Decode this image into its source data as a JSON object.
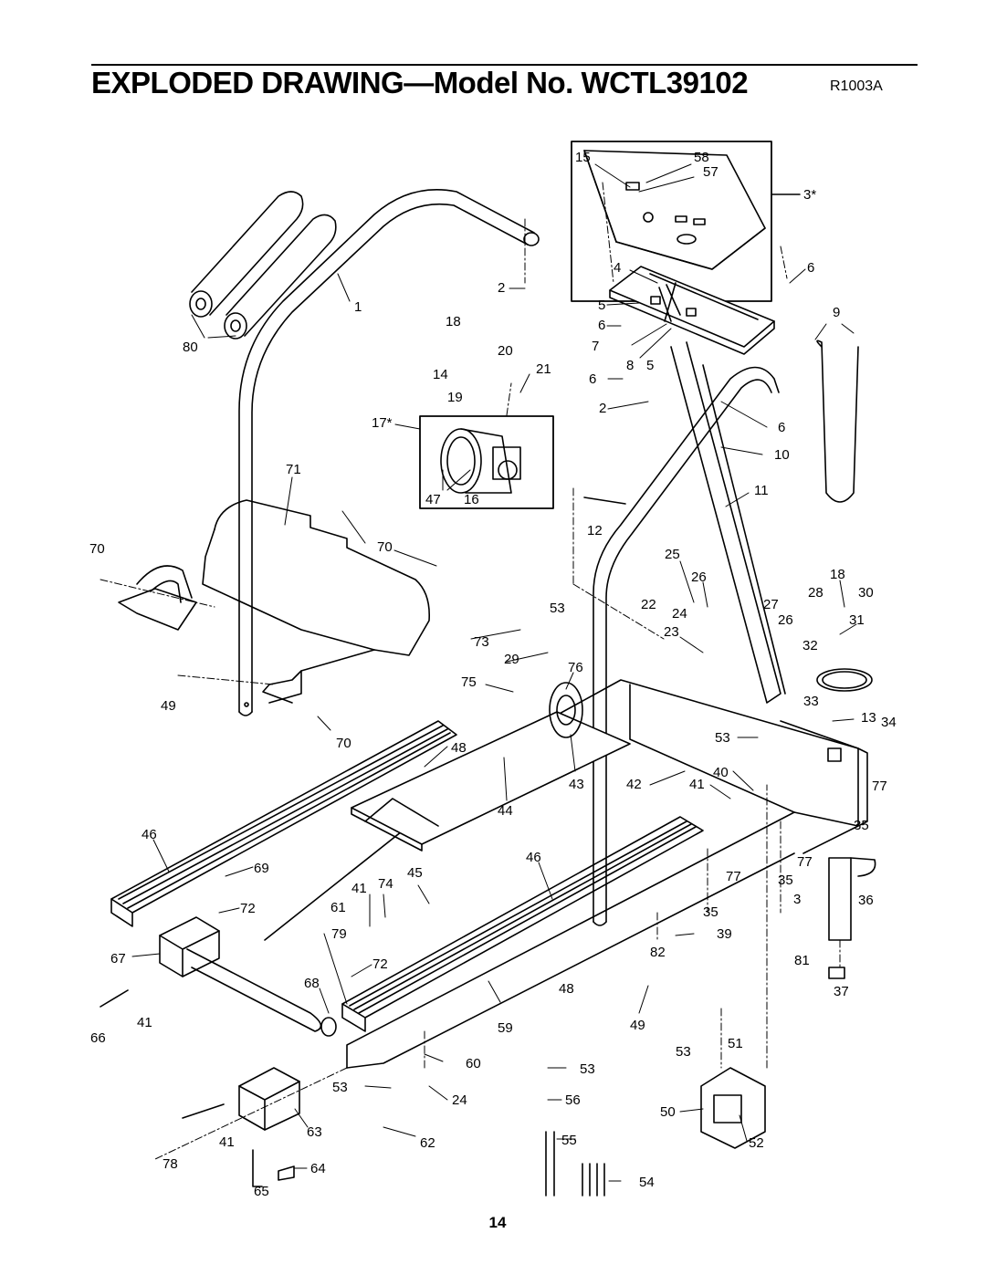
{
  "header": {
    "title": "EXPLODED DRAWING—Model No. WCTL39102",
    "code": "R1003A"
  },
  "footer": {
    "page_number": "14"
  },
  "labels": [
    {
      "id": "p15",
      "text": "15"
    },
    {
      "id": "p58",
      "text": "58"
    },
    {
      "id": "p57",
      "text": "57"
    },
    {
      "id": "p3s",
      "text": "3*"
    },
    {
      "id": "p4",
      "text": "4"
    },
    {
      "id": "p6a",
      "text": "6"
    },
    {
      "id": "p2a",
      "text": "2"
    },
    {
      "id": "p1",
      "text": "1"
    },
    {
      "id": "p5a",
      "text": "5"
    },
    {
      "id": "p9",
      "text": "9"
    },
    {
      "id": "p18a",
      "text": "18"
    },
    {
      "id": "p6b",
      "text": "6"
    },
    {
      "id": "p80",
      "text": "80"
    },
    {
      "id": "p20",
      "text": "20"
    },
    {
      "id": "p7",
      "text": "7"
    },
    {
      "id": "p8",
      "text": "8"
    },
    {
      "id": "p5b",
      "text": "5"
    },
    {
      "id": "p14",
      "text": "14"
    },
    {
      "id": "p21",
      "text": "21"
    },
    {
      "id": "p6c",
      "text": "6"
    },
    {
      "id": "p19",
      "text": "19"
    },
    {
      "id": "p2b",
      "text": "2"
    },
    {
      "id": "p17s",
      "text": "17*"
    },
    {
      "id": "p6d",
      "text": "6"
    },
    {
      "id": "p10",
      "text": "10"
    },
    {
      "id": "p71",
      "text": "71"
    },
    {
      "id": "p11",
      "text": "11"
    },
    {
      "id": "p47",
      "text": "47"
    },
    {
      "id": "p16",
      "text": "16"
    },
    {
      "id": "p12",
      "text": "12"
    },
    {
      "id": "p70a",
      "text": "70"
    },
    {
      "id": "p70b",
      "text": "70"
    },
    {
      "id": "p25",
      "text": "25"
    },
    {
      "id": "p26a",
      "text": "26"
    },
    {
      "id": "p18b",
      "text": "18"
    },
    {
      "id": "p30",
      "text": "30"
    },
    {
      "id": "p53a",
      "text": "53"
    },
    {
      "id": "p22",
      "text": "22"
    },
    {
      "id": "p27",
      "text": "27"
    },
    {
      "id": "p28",
      "text": "28"
    },
    {
      "id": "p24a",
      "text": "24"
    },
    {
      "id": "p26b",
      "text": "26"
    },
    {
      "id": "p31",
      "text": "31"
    },
    {
      "id": "p73",
      "text": "73"
    },
    {
      "id": "p23",
      "text": "23"
    },
    {
      "id": "p32",
      "text": "32"
    },
    {
      "id": "p29",
      "text": "29"
    },
    {
      "id": "p76",
      "text": "76"
    },
    {
      "id": "p75",
      "text": "75"
    },
    {
      "id": "p49a",
      "text": "49"
    },
    {
      "id": "p33",
      "text": "33"
    },
    {
      "id": "p13",
      "text": "13"
    },
    {
      "id": "p34",
      "text": "34"
    },
    {
      "id": "p53b",
      "text": "53"
    },
    {
      "id": "p70c",
      "text": "70"
    },
    {
      "id": "p48a",
      "text": "48"
    },
    {
      "id": "p40",
      "text": "40"
    },
    {
      "id": "p43",
      "text": "43"
    },
    {
      "id": "p42",
      "text": "42"
    },
    {
      "id": "p41a",
      "text": "41"
    },
    {
      "id": "p77a",
      "text": "77"
    },
    {
      "id": "p44",
      "text": "44"
    },
    {
      "id": "p35a",
      "text": "35"
    },
    {
      "id": "p46a",
      "text": "46"
    },
    {
      "id": "p46b",
      "text": "46"
    },
    {
      "id": "p77b",
      "text": "77"
    },
    {
      "id": "p69",
      "text": "69"
    },
    {
      "id": "p45",
      "text": "45"
    },
    {
      "id": "p74",
      "text": "74"
    },
    {
      "id": "p41b",
      "text": "41"
    },
    {
      "id": "p77c",
      "text": "77"
    },
    {
      "id": "p35b",
      "text": "35"
    },
    {
      "id": "p72a",
      "text": "72"
    },
    {
      "id": "p61",
      "text": "61"
    },
    {
      "id": "p3",
      "text": "3"
    },
    {
      "id": "p36",
      "text": "36"
    },
    {
      "id": "p35c",
      "text": "35"
    },
    {
      "id": "p79",
      "text": "79"
    },
    {
      "id": "p39",
      "text": "39"
    },
    {
      "id": "p67",
      "text": "67"
    },
    {
      "id": "p72b",
      "text": "72"
    },
    {
      "id": "p82",
      "text": "82"
    },
    {
      "id": "p81",
      "text": "81"
    },
    {
      "id": "p68",
      "text": "68"
    },
    {
      "id": "p48b",
      "text": "48"
    },
    {
      "id": "p37",
      "text": "37"
    },
    {
      "id": "p41c",
      "text": "41"
    },
    {
      "id": "p66",
      "text": "66"
    },
    {
      "id": "p59",
      "text": "59"
    },
    {
      "id": "p49b",
      "text": "49"
    },
    {
      "id": "p53c",
      "text": "53"
    },
    {
      "id": "p51",
      "text": "51"
    },
    {
      "id": "p60",
      "text": "60"
    },
    {
      "id": "p53d",
      "text": "53"
    },
    {
      "id": "p53e",
      "text": "53"
    },
    {
      "id": "p24b",
      "text": "24"
    },
    {
      "id": "p56",
      "text": "56"
    },
    {
      "id": "p50",
      "text": "50"
    },
    {
      "id": "p63",
      "text": "63"
    },
    {
      "id": "p55",
      "text": "55"
    },
    {
      "id": "p41d",
      "text": "41"
    },
    {
      "id": "p62",
      "text": "62"
    },
    {
      "id": "p52",
      "text": "52"
    },
    {
      "id": "p78",
      "text": "78"
    },
    {
      "id": "p64",
      "text": "64"
    },
    {
      "id": "p54",
      "text": "54"
    },
    {
      "id": "p65",
      "text": "65"
    }
  ]
}
